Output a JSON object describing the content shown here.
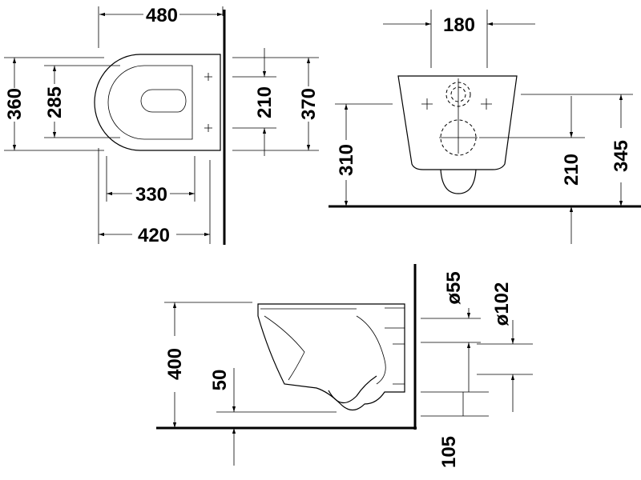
{
  "drawing": {
    "top_view": {
      "width_overall": "480",
      "depth_seat": "360",
      "depth_inner": "285",
      "fixing_distance": "210",
      "depth_total": "370",
      "width_bowl": "330",
      "width_projection": "420"
    },
    "front_view": {
      "fixing_spacing": "180",
      "height_310": "310",
      "height_210": "210",
      "height_345": "345"
    },
    "side_view": {
      "height_400": "400",
      "height_50": "50",
      "pipe_55": "ø55",
      "pipe_102": "ø102",
      "height_105": "105"
    }
  }
}
